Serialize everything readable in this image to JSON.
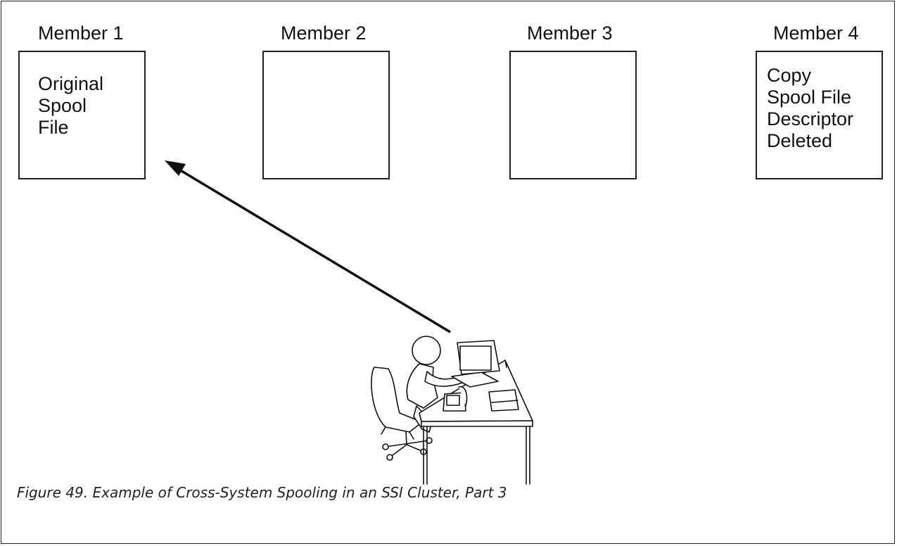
{
  "members": [
    {
      "label": "Member 1",
      "contents": [
        "Original",
        "Spool",
        "File"
      ]
    },
    {
      "label": "Member 2",
      "contents": []
    },
    {
      "label": "Member 3",
      "contents": []
    },
    {
      "label": "Member 4",
      "contents": [
        "Copy",
        "Spool File",
        "Descriptor",
        "Deleted"
      ]
    }
  ],
  "illustration": {
    "icon": "user-at-workstation-icon"
  },
  "caption": "Figure 49. Example of Cross-System Spooling in an SSI Cluster, Part 3"
}
